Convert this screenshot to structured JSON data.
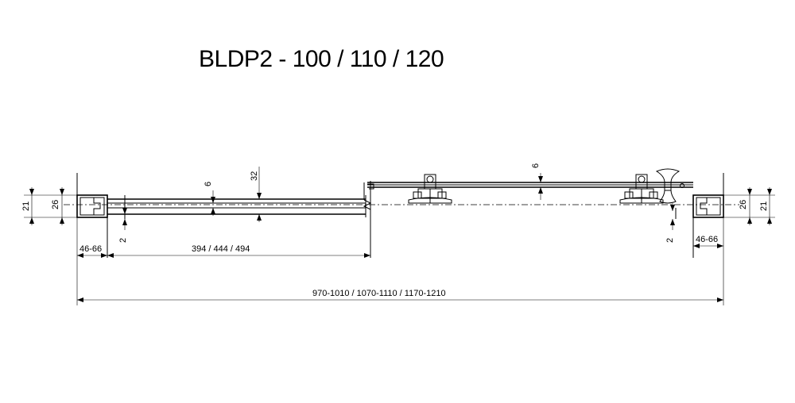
{
  "title": "BLDP2 - 100 / 110 / 120",
  "dims": {
    "left_21": "21",
    "left_26": "26",
    "right_26": "26",
    "right_21": "21",
    "glass_6_left": "6",
    "gap_32": "32",
    "glass_6_right": "6",
    "offset_2_left": "2",
    "offset_2_right": "2",
    "wall_left": "46-66",
    "wall_right": "46-66",
    "door_width": "394 / 444 / 494",
    "overall_width": "970-1010 / 1070-1110 / 1170-1210"
  }
}
